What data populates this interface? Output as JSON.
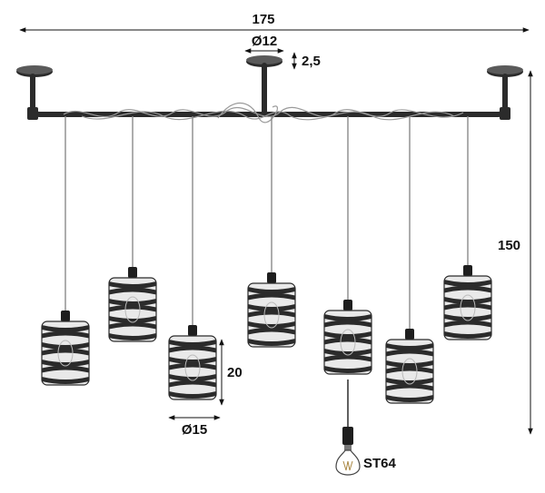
{
  "dimensions": {
    "total_width": "175",
    "canopy_diameter": "Ø12",
    "canopy_height": "2,5",
    "total_height": "150",
    "shade_height": "20",
    "shade_diameter": "Ø15",
    "bulb_type": "ST64"
  },
  "colors": {
    "metal": "#2b2b2b",
    "cord": "#8a8a8a",
    "dimension": "#111111"
  },
  "pendant_count": 7
}
